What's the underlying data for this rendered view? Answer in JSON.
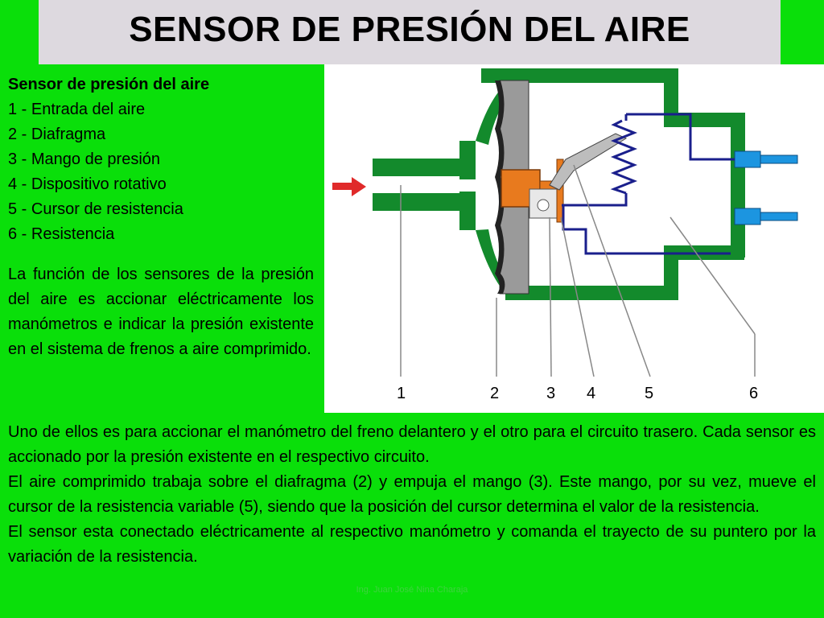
{
  "title": "SENSOR DE PRESIÓN DEL AIRE",
  "legend": {
    "heading": "Sensor de presión del aire",
    "items": [
      "1 - Entrada del aire",
      "2 - Diafragma",
      "3 - Mango de presión",
      "4 - Dispositivo rotativo",
      "5 - Cursor de resistencia",
      "6 - Resistencia"
    ]
  },
  "paragraph1": "La función de los sensores de la presión del aire es accionar eléctricamente los manómetros e indicar la presión existente en el sistema de frenos a aire comprimido.",
  "paragraph2": [
    "Uno de ellos es para accionar el manómetro del freno delantero y el otro para el circuito trasero. Cada sensor es accionado por la presión existente en el respectivo circuito.",
    "El aire comprimido trabaja sobre el diafragma (2) y empuja el mango (3). Este mango, por su vez, mueve el cursor de la resistencia variable (5), siendo que la posición del cursor determina el valor de la resistencia.",
    "El sensor esta conectado eléctricamente al respectivo manómetro y comanda el trayecto de su puntero por la variación de la resistencia."
  ],
  "diagram": {
    "labels": [
      "1",
      "2",
      "3",
      "4",
      "5",
      "6"
    ]
  },
  "footer": "Ing. Juan José Nina Charaja",
  "colors": {
    "background": "#0adf0a",
    "title_bar": "#ddd9df",
    "housing": "#138a2c",
    "diaphragm": "#9a9a9a",
    "plunger": "#e87a1e",
    "coil": "#1a1f8c",
    "connector": "#1c95e0",
    "arrow": "#e02a2a"
  }
}
